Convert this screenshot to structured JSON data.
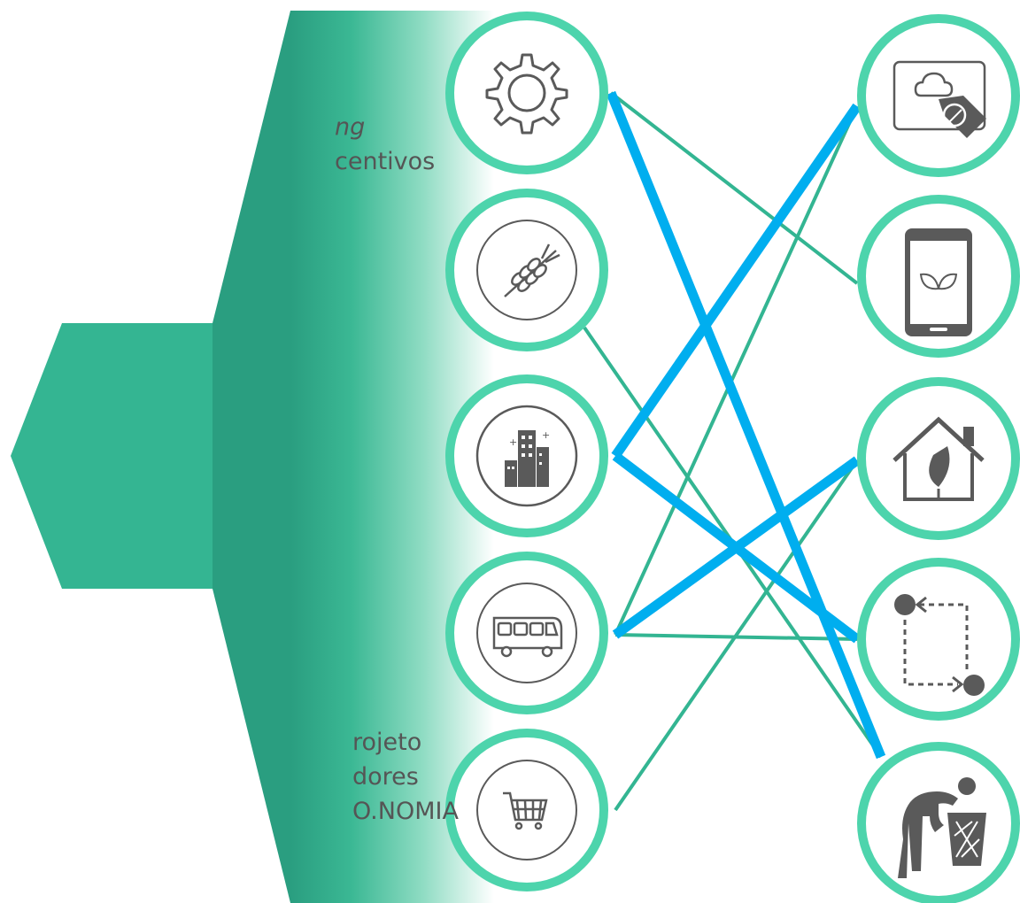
{
  "text_top": {
    "line1": "ng",
    "line2": "centivos"
  },
  "text_bottom": {
    "line1": "rojeto",
    "line2": "dores",
    "line3": "O.NOMIA"
  },
  "colors": {
    "green_dark": "#2a9e80",
    "green_main": "#34b592",
    "ring": "#4dd4ac",
    "link_thin": "#33b592",
    "link_thick": "#00aeef",
    "icon_gray": "#5a5a5a"
  },
  "nodes_left": [
    {
      "icon": "gear-icon"
    },
    {
      "icon": "wheat-icon"
    },
    {
      "icon": "city-buildings-icon"
    },
    {
      "icon": "bus-icon"
    },
    {
      "icon": "shopping-cart-icon"
    }
  ],
  "nodes_right": [
    {
      "icon": "cloud-leaf-tag-icon"
    },
    {
      "icon": "smartphone-leaves-icon"
    },
    {
      "icon": "eco-house-icon"
    },
    {
      "icon": "route-arrows-icon"
    },
    {
      "icon": "person-trash-bin-icon"
    }
  ],
  "links": [
    {
      "from": "gear-icon",
      "to": "smartphone-leaves-icon",
      "weight": "thin"
    },
    {
      "from": "gear-icon",
      "to": "person-trash-bin-icon",
      "weight": "thick"
    },
    {
      "from": "wheat-icon",
      "to": "person-trash-bin-icon",
      "weight": "thin"
    },
    {
      "from": "city-buildings-icon",
      "to": "cloud-leaf-tag-icon",
      "weight": "thick"
    },
    {
      "from": "city-buildings-icon",
      "to": "route-arrows-icon",
      "weight": "thick"
    },
    {
      "from": "bus-icon",
      "to": "cloud-leaf-tag-icon",
      "weight": "thin"
    },
    {
      "from": "bus-icon",
      "to": "eco-house-icon",
      "weight": "thick"
    },
    {
      "from": "bus-icon",
      "to": "route-arrows-icon",
      "weight": "thin"
    },
    {
      "from": "shopping-cart-icon",
      "to": "eco-house-icon",
      "weight": "thin"
    }
  ]
}
